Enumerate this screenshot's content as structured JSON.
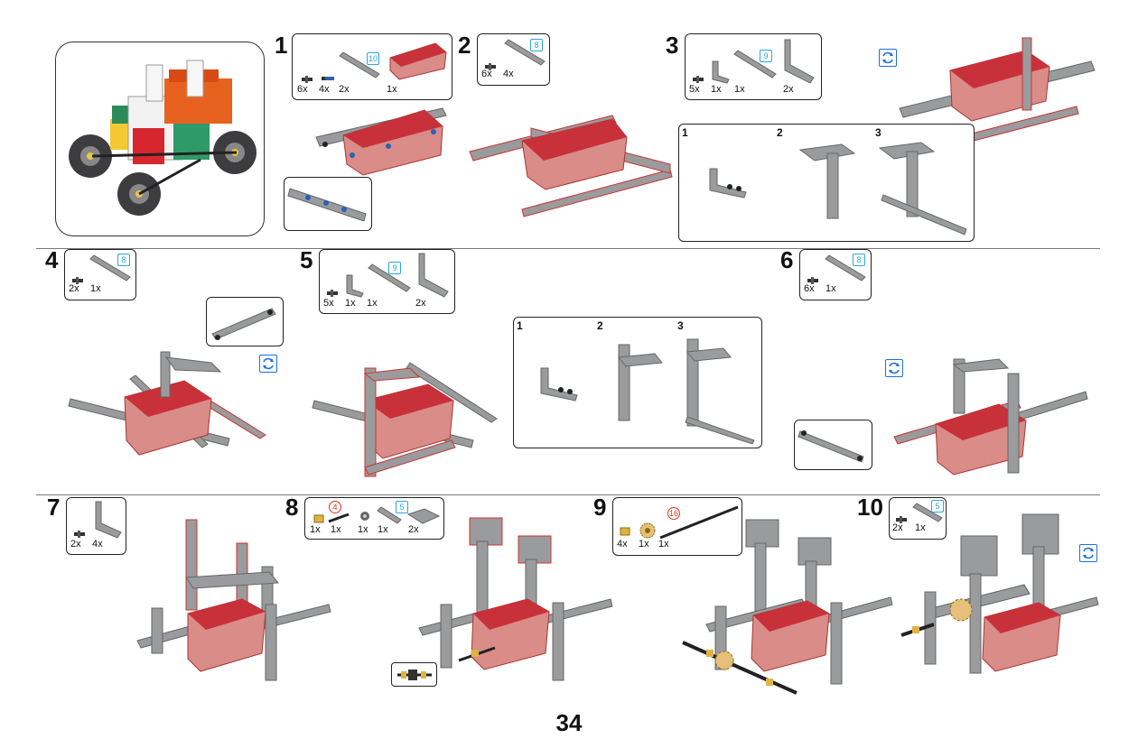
{
  "page_number": "34",
  "steps": [
    {
      "number": "1",
      "parts": [
        {
          "qty": "6x",
          "icon": "pin-icon"
        },
        {
          "qty": "4x",
          "icon": "axle-pin-blue-icon"
        },
        {
          "qty": "2x",
          "icon": "beam-icon",
          "length": "10"
        },
        {
          "qty": "1x",
          "icon": "battery-box-icon"
        }
      ]
    },
    {
      "number": "2",
      "parts": [
        {
          "qty": "6x",
          "icon": "pin-icon"
        },
        {
          "qty": "4x",
          "icon": "beam-icon",
          "length": "8"
        }
      ]
    },
    {
      "number": "3",
      "parts": [
        {
          "qty": "5x",
          "icon": "pin-icon"
        },
        {
          "qty": "1x",
          "icon": "small-angle-icon"
        },
        {
          "qty": "1x",
          "icon": "beam-icon",
          "length": "9"
        },
        {
          "qty": "2x",
          "icon": "angle-beam-icon"
        }
      ],
      "substeps": [
        "1",
        "2",
        "3"
      ]
    },
    {
      "number": "4",
      "parts": [
        {
          "qty": "2x",
          "icon": "pin-icon"
        },
        {
          "qty": "1x",
          "icon": "beam-icon",
          "length": "8"
        }
      ]
    },
    {
      "number": "5",
      "parts": [
        {
          "qty": "5x",
          "icon": "pin-icon"
        },
        {
          "qty": "1x",
          "icon": "small-angle-icon"
        },
        {
          "qty": "1x",
          "icon": "beam-icon",
          "length": "9"
        },
        {
          "qty": "2x",
          "icon": "angle-beam-icon"
        }
      ],
      "substeps": [
        "1",
        "2",
        "3"
      ]
    },
    {
      "number": "6",
      "parts": [
        {
          "qty": "6x",
          "icon": "pin-icon"
        },
        {
          "qty": "1x",
          "icon": "beam-icon",
          "length": "8"
        }
      ]
    },
    {
      "number": "7",
      "parts": [
        {
          "qty": "2x",
          "icon": "pin-icon"
        },
        {
          "qty": "4x",
          "icon": "angle-beam-icon"
        }
      ]
    },
    {
      "number": "8",
      "parts": [
        {
          "qty": "1x",
          "icon": "bushing-icon"
        },
        {
          "qty": "1x",
          "icon": "axle-icon",
          "length": "4"
        },
        {
          "qty": "1x",
          "icon": "nut-icon"
        },
        {
          "qty": "1x",
          "icon": "beam-icon",
          "length": "5"
        },
        {
          "qty": "2x",
          "icon": "plate-icon"
        }
      ]
    },
    {
      "number": "9",
      "parts": [
        {
          "qty": "4x",
          "icon": "bushing-icon"
        },
        {
          "qty": "1x",
          "icon": "gear-icon"
        },
        {
          "qty": "1x",
          "icon": "axle-icon",
          "length": "16"
        }
      ]
    },
    {
      "number": "10",
      "parts": [
        {
          "qty": "2x",
          "icon": "pin-icon"
        },
        {
          "qty": "1x",
          "icon": "beam-icon",
          "length": "5"
        }
      ]
    }
  ],
  "colors": {
    "beam": "#9a9b9d",
    "box": "#c8313a",
    "box_body": "#d98c88",
    "blue": "#2a61b8",
    "cyan": "#29a8dc",
    "red": "#e2321f"
  }
}
